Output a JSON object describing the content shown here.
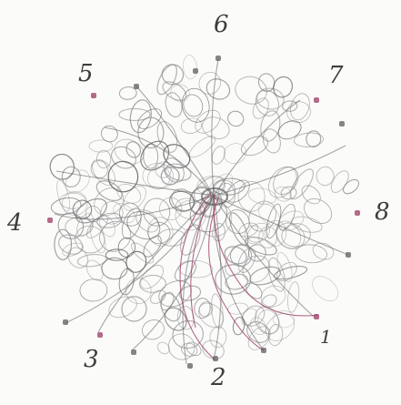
{
  "drawing": {
    "numbers": [
      "1",
      "2",
      "3",
      "4",
      "5",
      "6",
      "7",
      "8"
    ],
    "colors": {
      "pencil": "#8d8d8d",
      "pencil_dark": "#5e5e5e",
      "magenta": "#9c3a63",
      "paper": "#fbfbfa"
    }
  }
}
